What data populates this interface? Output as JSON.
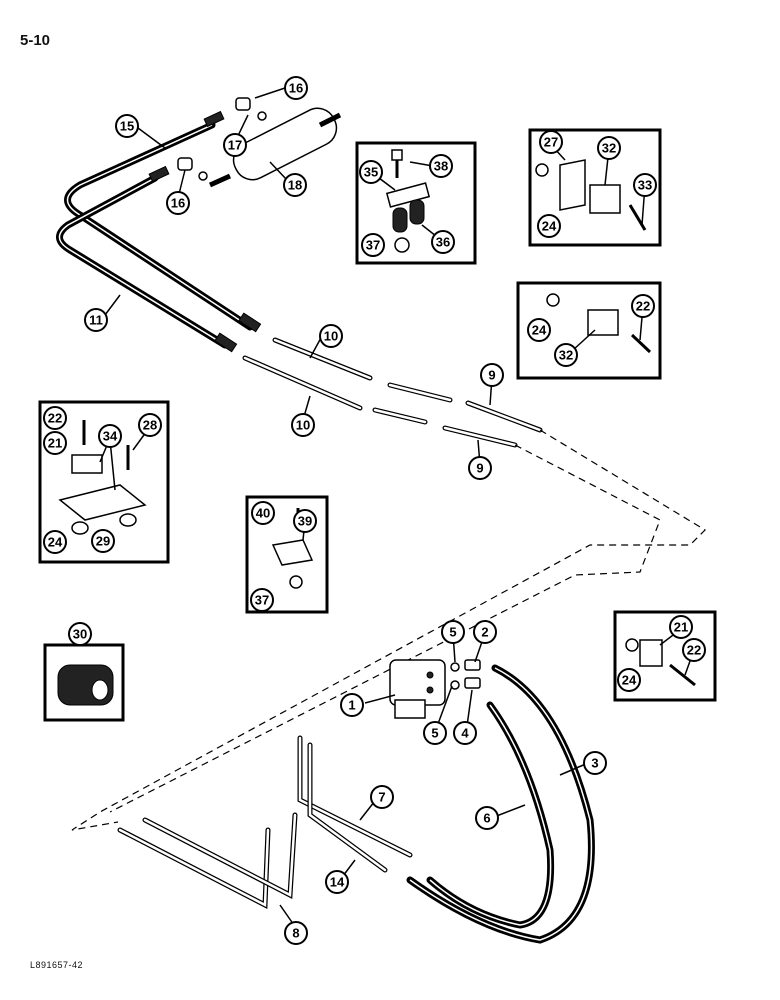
{
  "page": {
    "number": "5-10",
    "figure_code": "L891657-42"
  },
  "callouts": [
    {
      "n": "1"
    },
    {
      "n": "2"
    },
    {
      "n": "3"
    },
    {
      "n": "4"
    },
    {
      "n": "5"
    },
    {
      "n": "5"
    },
    {
      "n": "6"
    },
    {
      "n": "7"
    },
    {
      "n": "8"
    },
    {
      "n": "9"
    },
    {
      "n": "9"
    },
    {
      "n": "10"
    },
    {
      "n": "10"
    },
    {
      "n": "11"
    },
    {
      "n": "14"
    },
    {
      "n": "15"
    },
    {
      "n": "16"
    },
    {
      "n": "16"
    },
    {
      "n": "17"
    },
    {
      "n": "18"
    },
    {
      "n": "35"
    },
    {
      "n": "38"
    },
    {
      "n": "36"
    },
    {
      "n": "37"
    },
    {
      "n": "27"
    },
    {
      "n": "32"
    },
    {
      "n": "24"
    },
    {
      "n": "33"
    },
    {
      "n": "24"
    },
    {
      "n": "32"
    },
    {
      "n": "22"
    },
    {
      "n": "22"
    },
    {
      "n": "21"
    },
    {
      "n": "34"
    },
    {
      "n": "28"
    },
    {
      "n": "24"
    },
    {
      "n": "29"
    },
    {
      "n": "40"
    },
    {
      "n": "39"
    },
    {
      "n": "37"
    },
    {
      "n": "30"
    },
    {
      "n": "21"
    },
    {
      "n": "22"
    },
    {
      "n": "24"
    }
  ]
}
